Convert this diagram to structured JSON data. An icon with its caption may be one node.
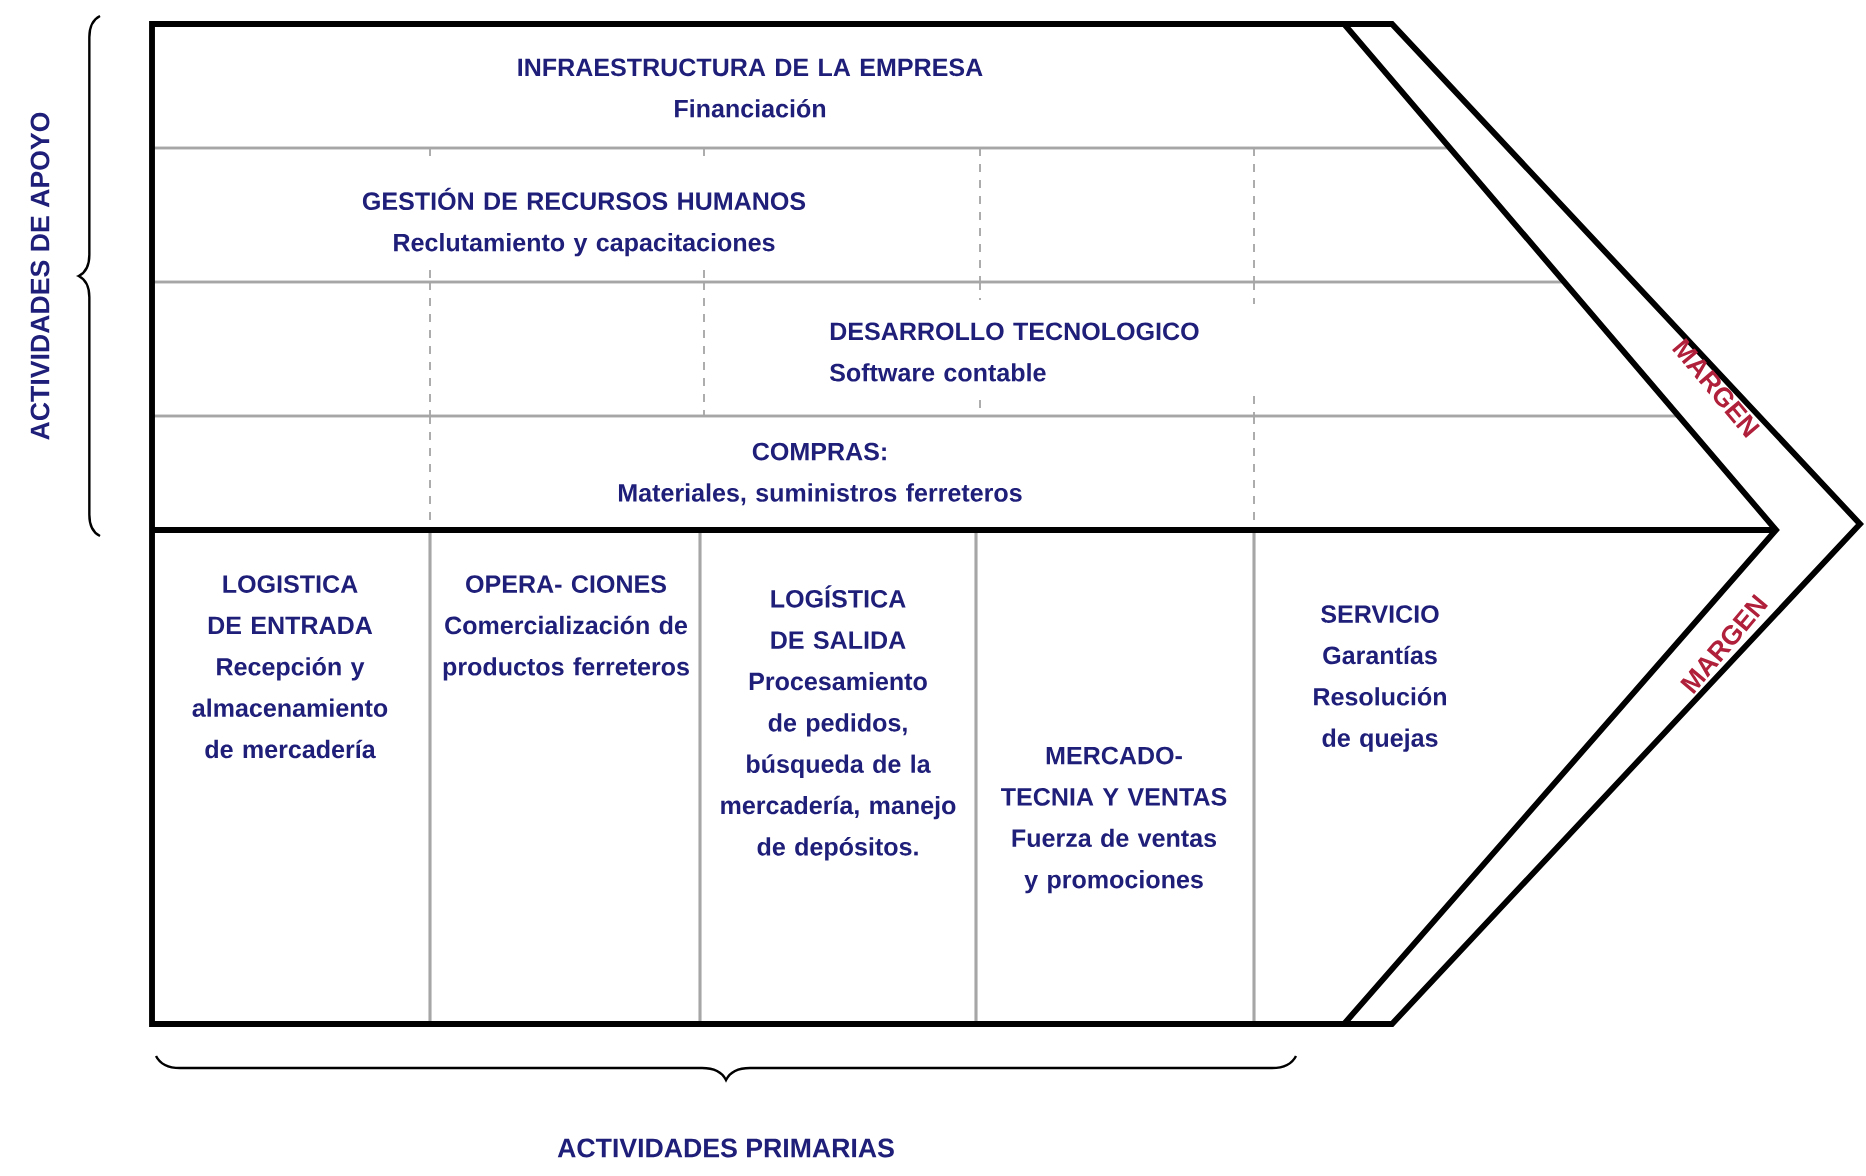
{
  "diagram": {
    "nodes": [
      {
        "text": [
          "INFRAESTRUCTURA DE LA EMPRESA",
          "Financiación"
        ]
      },
      {
        "text": [
          "GESTIÓN DE RECURSOS HUMANOS",
          "Reclutamiento y capacitaciones"
        ]
      },
      {
        "text": [
          "DESARROLLO TECNOLOGICO",
          "Software contable"
        ]
      },
      {
        "text": [
          "COMPRAS:",
          "Materiales, suministros ferreteros"
        ]
      },
      {
        "text": [
          "LOGISTICA DE ENTRADA",
          "Recepción y almacenamiento de mercadería"
        ]
      },
      {
        "text": [
          "OPERA- CIONES",
          "Comercialización de productos ferreteros"
        ]
      },
      {
        "text": [
          "LOGÍSTICA DE SALIDA",
          "Procesamiento de pedidos, búsqueda de la mercadería, manejo de depósitos."
        ]
      },
      {
        "text": [
          "MERCADO- TECNIA Y VENTAS",
          "Fuerza de ventas y promociones"
        ]
      },
      {
        "text": [
          "SERVICIO",
          "Garantías Resolución de quejas"
        ]
      },
      {
        "text": [
          "MARGEN",
          "MARGEN"
        ]
      }
    ],
    "labels": [
      "ACTIVIDADES DE APOYO",
      "ACTIVIDADES PRIMARIAS"
    ]
  }
}
